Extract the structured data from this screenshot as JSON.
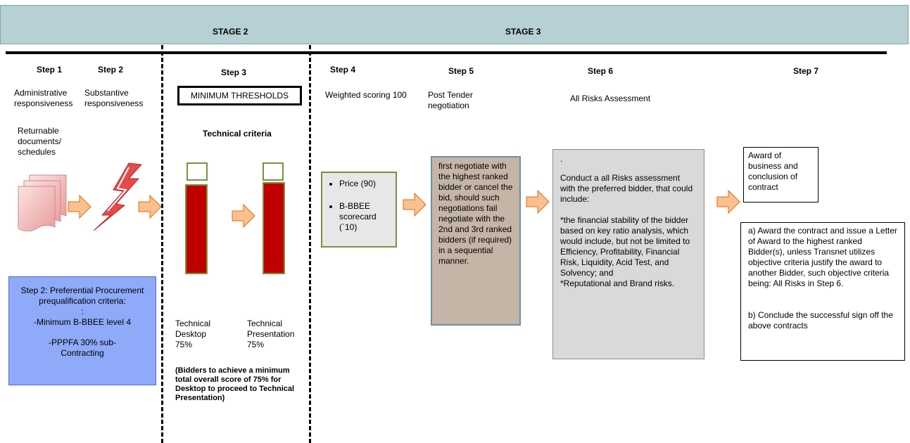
{
  "banner": {
    "stage2": "STAGE 2",
    "stage3": "STAGE 3"
  },
  "steps": {
    "s1": {
      "label": "Step 1",
      "title": "Administrative responsiveness",
      "sub": "Returnable documents/ schedules"
    },
    "s2": {
      "label": "Step 2",
      "title": "Substantive responsiveness"
    },
    "s3": {
      "label": "Step 3",
      "threshold": "MINIMUM THRESHOLDS",
      "criteria": "Technical criteria",
      "bar1_icon": "C",
      "bar2_icon": "C",
      "bar1_label": "Technical Desktop 75%",
      "bar2_label": "Technical Presentation 75%",
      "note": "(Bidders to achieve a minimum total overall score  of 75% for Desktop to proceed to Technical Presentation)"
    },
    "s4": {
      "label": "Step 4",
      "title": "Weighted scoring 100",
      "item1": "Price (90)",
      "item2": "B-BBEE scorecard (`10)"
    },
    "s5": {
      "label": "Step 5",
      "title": "Post Tender negotiation",
      "box": "first negotiate with the highest ranked bidder or cancel the bid, should such negotiations fail negotiate with the 2nd and 3rd ranked bidders (if required) in a sequential manner."
    },
    "s6": {
      "label": "Step 6",
      "title": "All Risks Assessment",
      "dot": ".",
      "p1": "Conduct a all Risks assessment with the preferred bidder, that could include:",
      "p2": "*the financial stability of the bidder based on key ratio analysis, which would include, but not be limited to Efficiency, Profitability, Financial Risk, Liquidity, Acid Test, and Solvency; and",
      "p3": "*Reputational and Brand risks."
    },
    "s7": {
      "label": "Step 7",
      "award": "Award of business and conclusion of contract",
      "pa": "a) Award the contract and issue a Letter of Award to the highest ranked Bidder(s), unless Transnet utilizes objective criteria justify the award to another Bidder, such objective criteria being: All Risks in Step 6.",
      "pb": "b) Conclude the successful sign off the above contracts"
    }
  },
  "prequal": {
    "title": "Step 2: Preferential Procurement prequalification criteria:",
    "colon": ":",
    "item1": "-Minimum B-BBEE level 4",
    "item2": "-PPPFA 30% sub-Contracting"
  },
  "colors": {
    "banner": "#b6d0d3",
    "bar": "#c00000",
    "arrow": "#fac090",
    "prequal": "#8eaaf8",
    "step5box": "#c4b5a7",
    "step6box": "#d9d9d9",
    "green": "#77933c"
  }
}
